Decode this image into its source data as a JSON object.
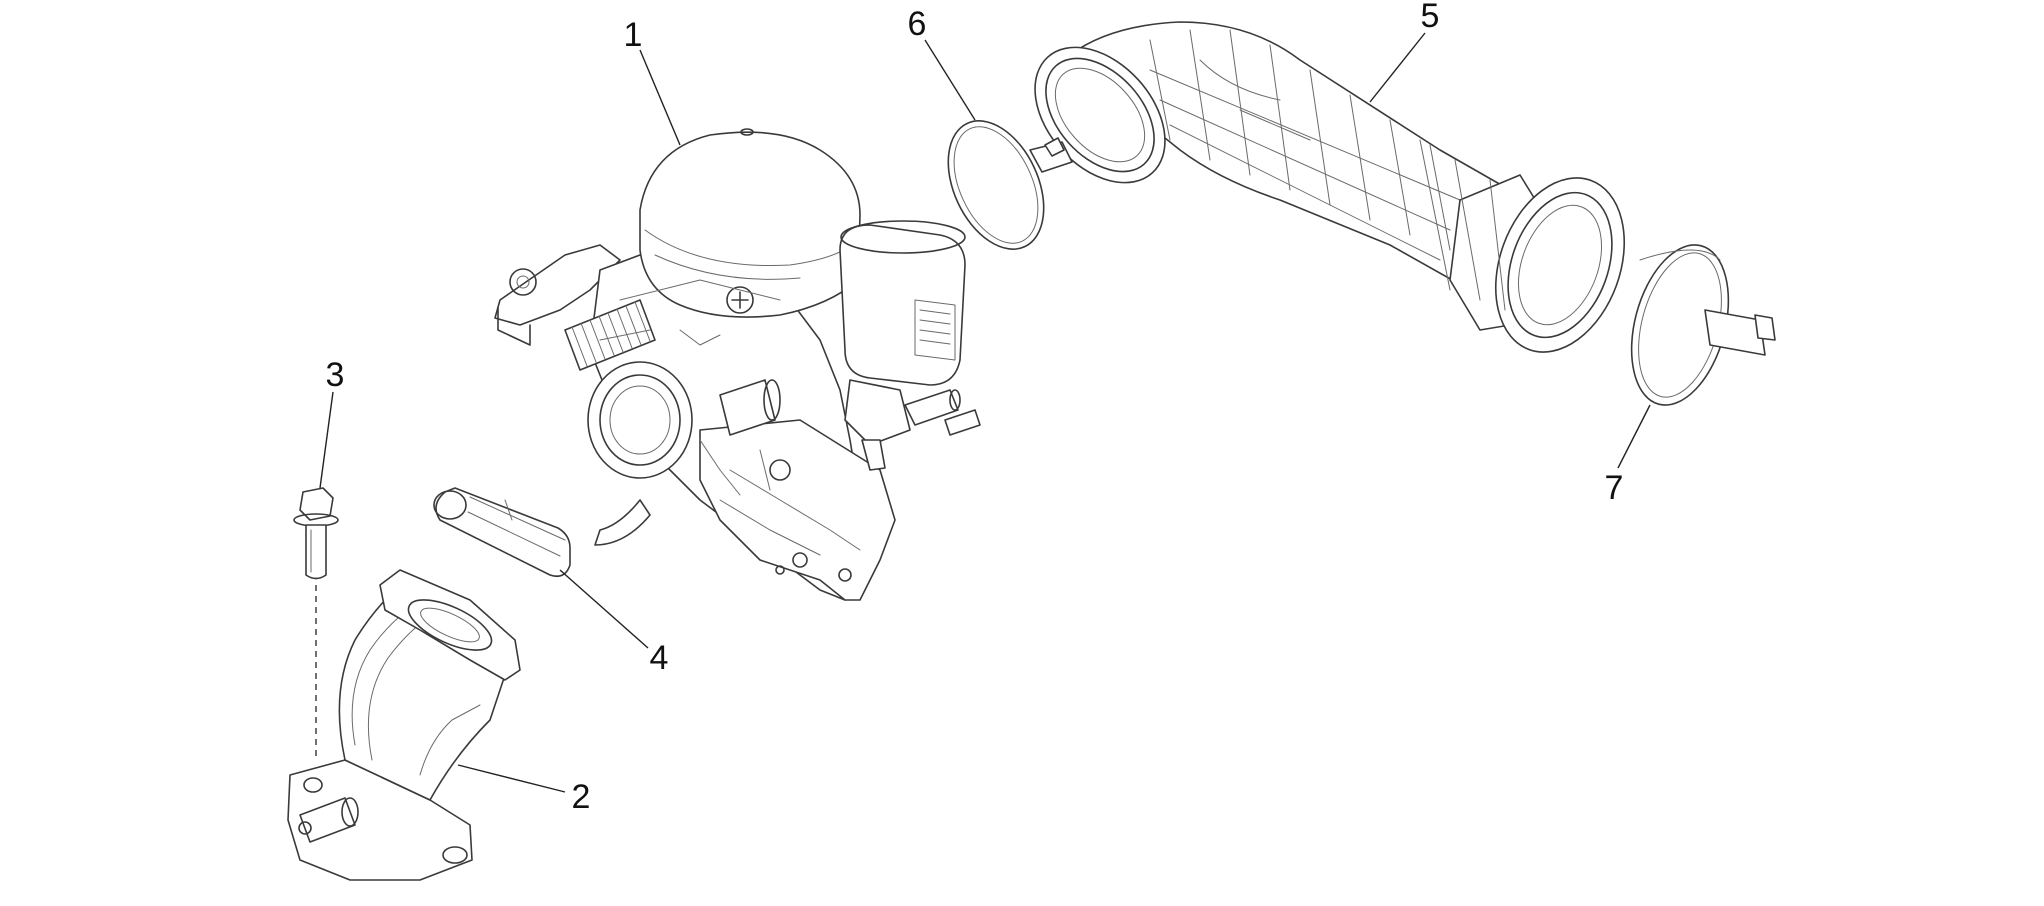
{
  "diagram": {
    "callouts": [
      {
        "id": "1",
        "label": "1",
        "part": "carburettor"
      },
      {
        "id": "2",
        "label": "2",
        "part": "intake-manifold"
      },
      {
        "id": "3",
        "label": "3",
        "part": "flange-bolt"
      },
      {
        "id": "4",
        "label": "4",
        "part": "connector-sleeve"
      },
      {
        "id": "5",
        "label": "5",
        "part": "intake-duct"
      },
      {
        "id": "6",
        "label": "6",
        "part": "hose-clamp"
      },
      {
        "id": "7",
        "label": "7",
        "part": "hose-clamp"
      }
    ]
  }
}
